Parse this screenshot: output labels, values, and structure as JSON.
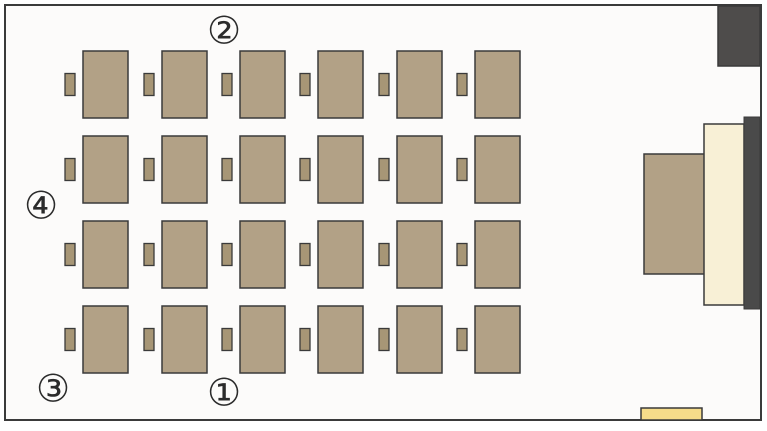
{
  "colors": {
    "background": "#fcfbfa",
    "outline": "#3a3a3a",
    "desk": "#b2a186",
    "chair": "#a79676",
    "podium": "#b2a186",
    "blackboard_panel": "#f8f0d6",
    "blackboard_edge": "#4a4a4a",
    "corner_block": "#4e4c4b",
    "door": "#f6dc8a"
  },
  "grid": {
    "rows": 4,
    "columns": 6
  },
  "labels": {
    "position_1": "①",
    "position_2": "②",
    "position_3": "③",
    "position_4": "④"
  },
  "icons": [
    "desk-icon",
    "chair-icon",
    "podium-icon",
    "blackboard-icon",
    "door-icon"
  ]
}
